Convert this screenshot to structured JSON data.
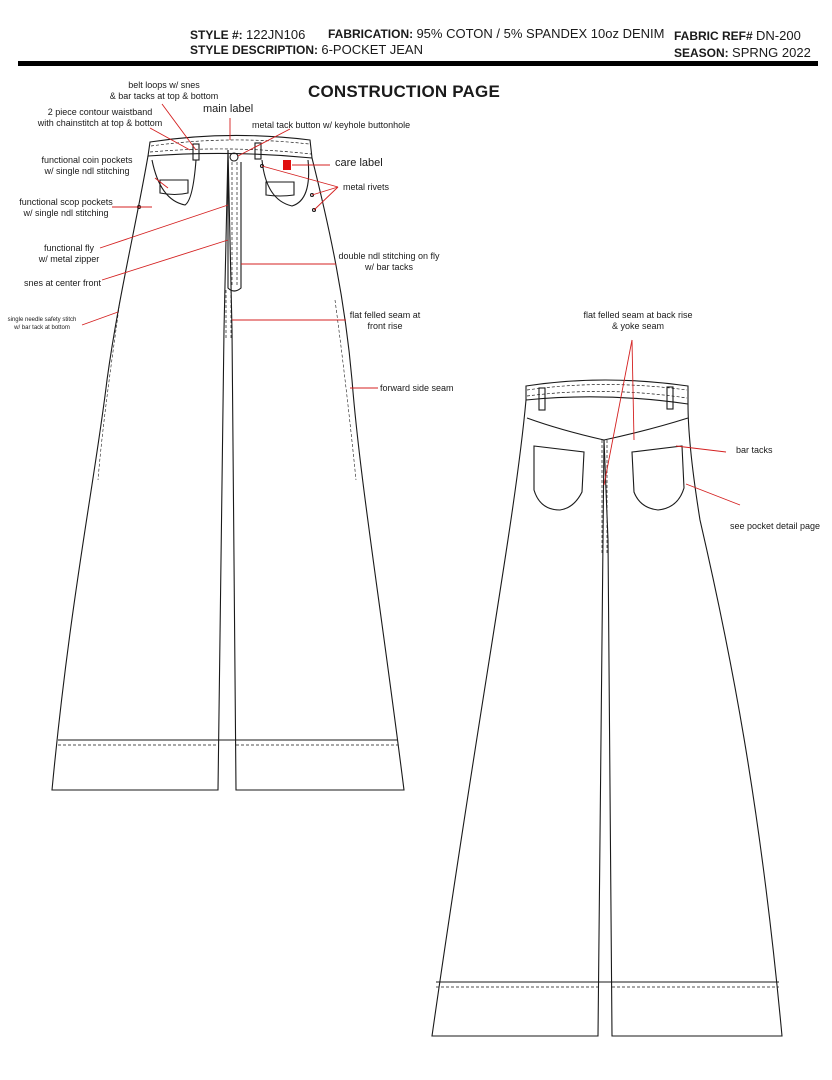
{
  "header": {
    "style_no_label": "STYLE #:",
    "style_no": "122JN106",
    "style_desc_label": "STYLE DESCRIPTION:",
    "style_desc": "6-POCKET JEAN",
    "fabrication_label": "FABRICATION:",
    "fabrication": "95% COTON / 5% SPANDEX 10oz DENIM",
    "fabric_ref_label": "FABRIC REF#",
    "fabric_ref": "DN-200",
    "season_label": "SEASON:",
    "season": "SPRNG 2022"
  },
  "title": "CONSTRUCTION PAGE",
  "front_callouts": {
    "belt_loops": [
      "belt loops w/ snes",
      "& bar tacks at top & bottom"
    ],
    "waistband": [
      "2 piece contour waistband",
      "with chainstitch at top & bottom"
    ],
    "main_label": "main label",
    "tack_button": "metal tack button w/ keyhole buttonhole",
    "care_label": "care label",
    "coin_pockets": [
      "functional coin pockets",
      "w/ single ndl stitching"
    ],
    "metal_rivets": "metal rivets",
    "scoop_pockets": [
      "functional scop pockets",
      "w/ single ndl stitching"
    ],
    "fly": [
      "functional fly",
      "w/ metal zipper"
    ],
    "center_front": "snes at center front",
    "double_ndl": [
      "double ndl stitching on fly",
      "w/ bar tacks"
    ],
    "safety_stitch": [
      "single needle safety stitch",
      "w/ bar tack at bottom"
    ],
    "front_rise": [
      "flat felled seam at",
      "front rise"
    ],
    "side_seam": "forward side seam"
  },
  "back_callouts": {
    "back_rise": [
      "flat felled seam at back rise",
      "& yoke seam"
    ],
    "bar_tacks": "bar tacks",
    "pocket_detail": "see pocket detail page"
  },
  "colors": {
    "callout_line": "#d42020",
    "care_label": "#e01010",
    "outline": "#1a1a1a"
  }
}
